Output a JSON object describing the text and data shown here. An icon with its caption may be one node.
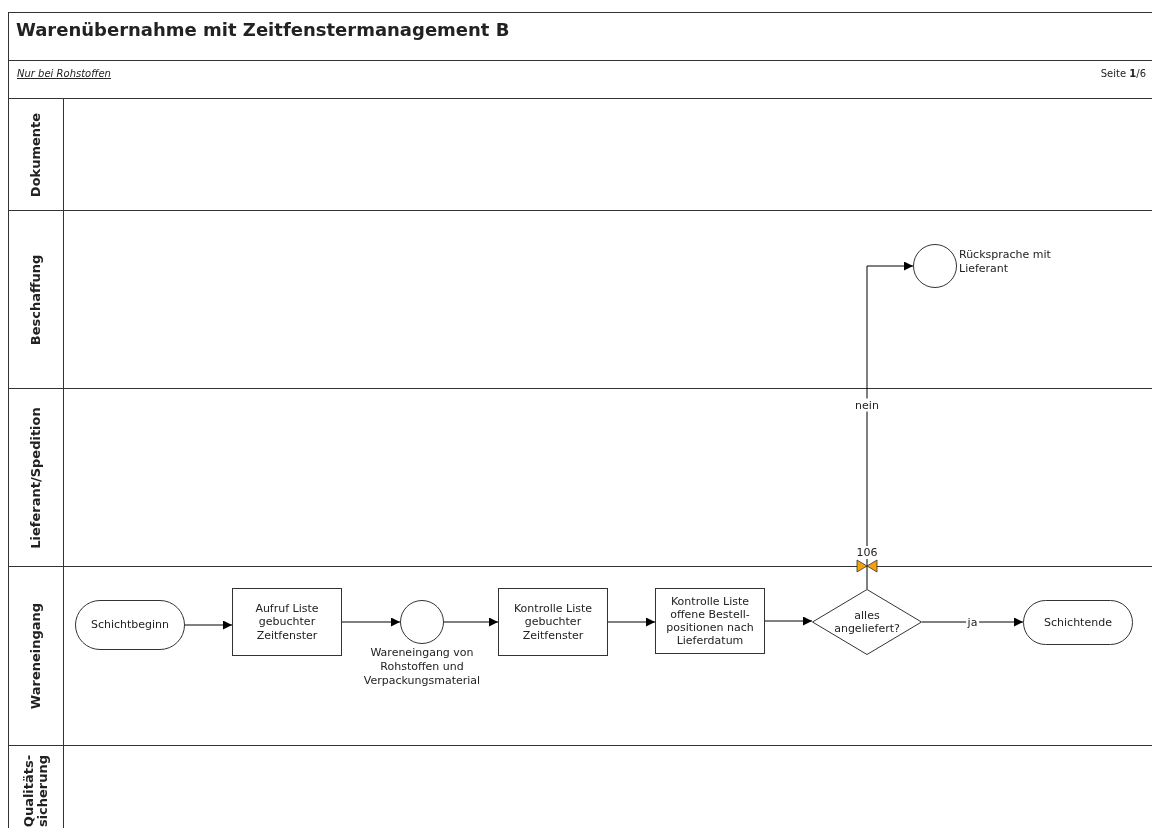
{
  "diagram": {
    "title": "Warenübernahme mit Zeitfenstermanagement B",
    "nodes": [
      {
        "text": [
          "Dokumente"
        ]
      },
      {
        "text": [
          "Beschaffung"
        ]
      },
      {
        "text": [
          "Lieferant/Spedition"
        ]
      },
      {
        "text": [
          "Wareneingang"
        ]
      },
      {
        "text": [
          "Qualitäts- sicherung"
        ]
      },
      {
        "text": [
          "Schichtbeginn"
        ]
      },
      {
        "text": [
          "Aufruf Liste gebuchter Zeitfenster"
        ]
      },
      {
        "text": [],
        "shape": "circle",
        "beside": [
          "Wareneingang von Rohstoffen und Verpackungsmaterial"
        ]
      },
      {
        "text": [
          "Kontrolle Liste gebuchter Zeitfenster"
        ]
      },
      {
        "text": [
          "Kontrolle Liste offene Bestell-positionen nach Lieferdatum"
        ]
      },
      {
        "text": [
          "alles angeliefert?"
        ]
      },
      {
        "text": [
          "Schichtende"
        ]
      },
      {
        "text": [],
        "shape": "circle",
        "beside": [
          "Rücksprache mit Lieferant"
        ]
      }
    ],
    "edges": [
      {
        "from": 5,
        "to": 6,
        "arrow": "to"
      },
      {
        "from": 6,
        "to": 7,
        "arrow": "to"
      },
      {
        "from": 7,
        "to": 8,
        "arrow": "to"
      },
      {
        "from": 8,
        "to": 9,
        "arrow": "to"
      },
      {
        "from": 9,
        "to": 10,
        "arrow": "to"
      },
      {
        "from": 10,
        "to": 11,
        "arrow": "to",
        "label": "ja"
      },
      {
        "from": 10,
        "to": 12,
        "arrow": "to",
        "label": "nein"
      }
    ],
    "labels": [
      "Nur bei Rohstoffen",
      "Seite **1**/6",
      "106"
    ]
  }
}
